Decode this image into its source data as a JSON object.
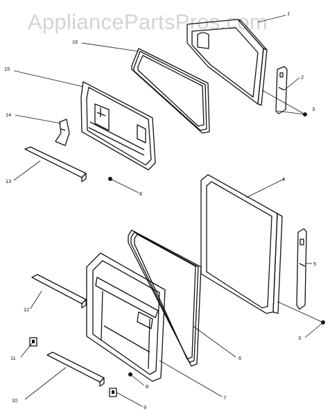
{
  "watermark": "AppliancePartsPros.com",
  "callouts": {
    "c1": "1",
    "c2": "2",
    "c3a": "3",
    "c3b": "3",
    "c4": "4",
    "c5": "5",
    "c6": "6",
    "c7": "7",
    "c8a": "8",
    "c8b": "8",
    "c9": "9",
    "c10": "10",
    "c11": "11",
    "c12": "12",
    "c13": "13",
    "c14": "14",
    "c15": "15",
    "c16": "16"
  }
}
